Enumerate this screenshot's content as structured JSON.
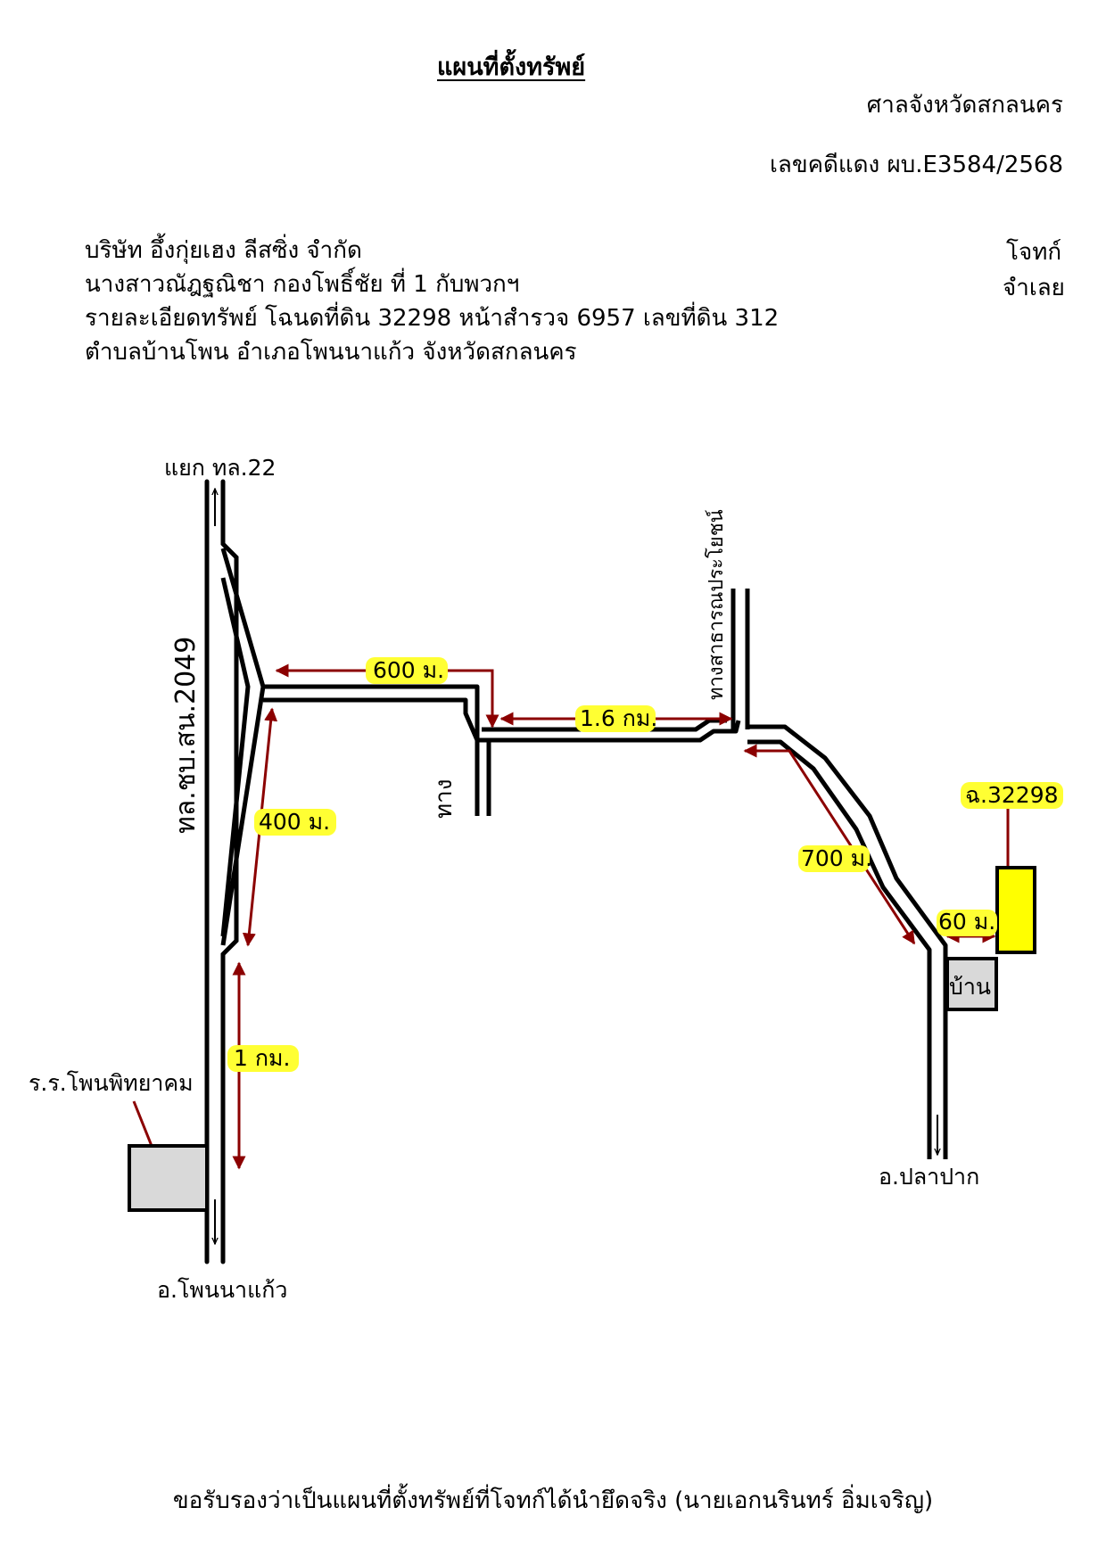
{
  "header": {
    "title": "แผนที่ตั้งทรัพย์",
    "court": "ศาลจังหวัดสกลนคร",
    "case_no": "เลขคดีแดง ผบ.E3584/2568"
  },
  "parties": {
    "plaintiff": "บริษัท อึ้งกุ่ยเฮง ลีสซิ่ง จำกัด",
    "defendant": "นางสาวณัฎฐณิชา กองโพธิ์ชัย ที่ 1 กับพวกฯ",
    "plaintiff_role": "โจทก์",
    "defendant_role": "จำเลย"
  },
  "property": {
    "details": "รายละเอียดทรัพย์ โฉนดที่ดิน 32298 หน้าสำรวจ 6957 เลขที่ดิน 312",
    "location": "ตำบลบ้านโพน อำเภอโพนนาแก้ว จังหวัดสกลนคร"
  },
  "map": {
    "labels": {
      "junction_22": "แยก ทล.22",
      "highway_2049": "ทล.ชบ.สน.2049",
      "road_label": "ทาง",
      "public_road": "ทางสาธารณประโยชน์",
      "school": "ร.ร.โพนพิทยาคม",
      "to_phon_na_kaeo": "อ.โพนนาแก้ว",
      "to_pla_pak": "อ.ปลาปาก",
      "house": "บ้าน",
      "deed": "ฉ.32298"
    },
    "distances": {
      "d600": "600 ม.",
      "d400": "400 ม.",
      "d1km": "1 กม.",
      "d1_6km": "1.6 กม.",
      "d700": "700 ม.",
      "d60": "60 ม."
    },
    "colors": {
      "road": "#000000",
      "arrow": "#8b0000",
      "highlight": "#ffff33",
      "building": "#d9d9d9",
      "plot": "#ffff00"
    }
  },
  "footer": {
    "certification": "ขอรับรองว่าเป็นแผนที่ตั้งทรัพย์ที่โจทก์ได้นำยึดจริง (นายเอกนรินทร์ อิ่มเจริญ)"
  }
}
